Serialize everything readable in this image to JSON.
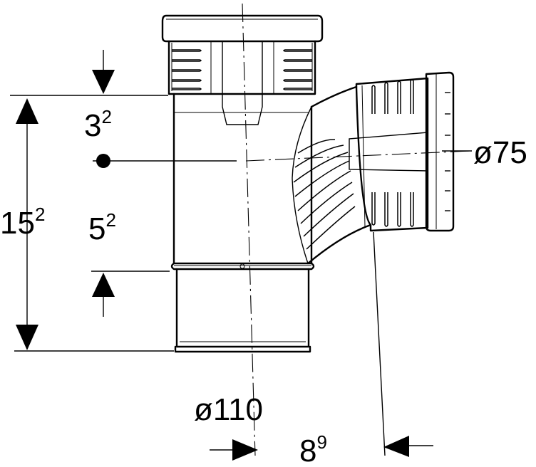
{
  "dimensions": {
    "upper_offset": {
      "base": "3",
      "sup": "2"
    },
    "total_height": {
      "base": "15",
      "sup": "2"
    },
    "lower_offset": {
      "base": "5",
      "sup": "2"
    },
    "main_diameter": "ø110",
    "branch_diameter": "ø75",
    "branch_offset": {
      "base": "8",
      "sup": "9"
    }
  }
}
